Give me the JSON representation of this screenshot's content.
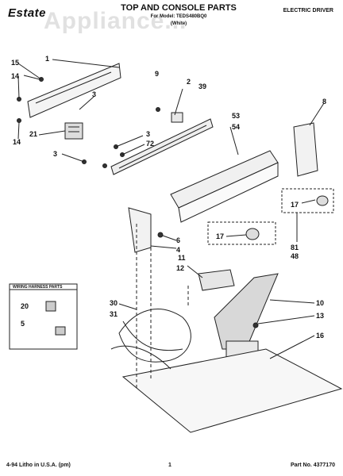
{
  "header": {
    "brand": "Estate",
    "title": "TOP AND CONSOLE PARTS",
    "model_line": "For Model: TEDS480BQ0",
    "color_line": "(White)",
    "doc_type": "ELECTRIC DRIVER",
    "watermark": "Appliance..."
  },
  "callouts": [
    {
      "id": "c1",
      "text": "1"
    },
    {
      "id": "c15",
      "text": "15"
    },
    {
      "id": "c14a",
      "text": "14"
    },
    {
      "id": "c3a",
      "text": "3"
    },
    {
      "id": "c14b",
      "text": "14"
    },
    {
      "id": "c21",
      "text": "21"
    },
    {
      "id": "c3b",
      "text": "3"
    },
    {
      "id": "c72",
      "text": "72"
    },
    {
      "id": "c3c",
      "text": "3"
    },
    {
      "id": "c9",
      "text": "9"
    },
    {
      "id": "c2",
      "text": "2"
    },
    {
      "id": "c39",
      "text": "39"
    },
    {
      "id": "c53",
      "text": "53"
    },
    {
      "id": "c54",
      "text": "54"
    },
    {
      "id": "c8",
      "text": "8"
    },
    {
      "id": "c17a",
      "text": "17"
    },
    {
      "id": "c17b",
      "text": "17"
    },
    {
      "id": "c81",
      "text": "81"
    },
    {
      "id": "c48",
      "text": "48"
    },
    {
      "id": "c6",
      "text": "6"
    },
    {
      "id": "c4",
      "text": "4"
    },
    {
      "id": "c11",
      "text": "11"
    },
    {
      "id": "c12",
      "text": "12"
    },
    {
      "id": "c10",
      "text": "10"
    },
    {
      "id": "c13",
      "text": "13"
    },
    {
      "id": "c16",
      "text": "16"
    },
    {
      "id": "c30",
      "text": "30"
    },
    {
      "id": "c31",
      "text": "31"
    },
    {
      "id": "c20",
      "text": "20"
    },
    {
      "id": "c5",
      "text": "5"
    }
  ],
  "wiring_box": {
    "title": "WIRING HARNESS PARTS"
  },
  "footer": {
    "litho": "4-94 Litho in U.S.A. (pm)",
    "page": "1",
    "part_no": "Part No. 4377170"
  }
}
